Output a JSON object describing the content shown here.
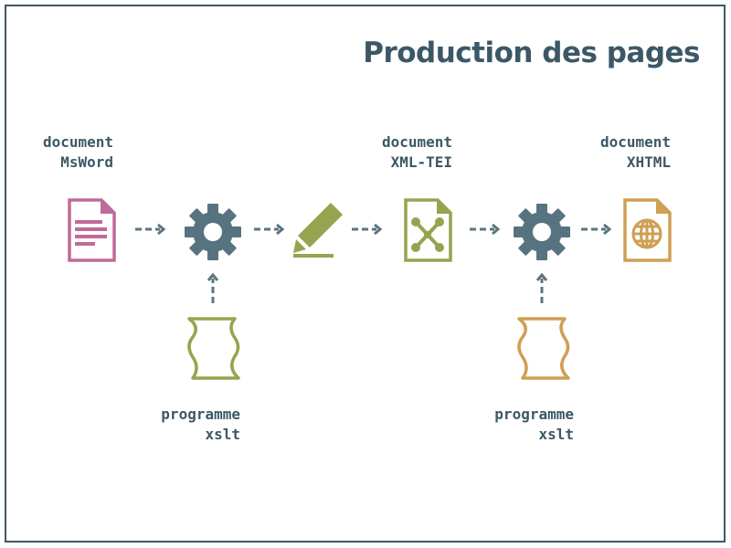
{
  "title": "Production des pages",
  "colors": {
    "frame": "#3f5865",
    "text": "#3c5867",
    "word_doc": "#c06a9a",
    "gear": "#587380",
    "xml_and_edit": "#98a350",
    "xhtml": "#cf9f52",
    "arrow": "#5b7580"
  },
  "labels": {
    "source": {
      "line1": "document",
      "line2": "MsWord"
    },
    "tei": {
      "line1": "document",
      "line2": "XML-TEI"
    },
    "xhtml": {
      "line1": "document",
      "line2": "XHTML"
    },
    "xslt1": {
      "line1": "programme",
      "line2": "xslt"
    },
    "xslt2": {
      "line1": "programme",
      "line2": "xslt"
    }
  },
  "icons": [
    "word-document-icon",
    "gear-icon",
    "pencil-edit-icon",
    "xml-document-icon",
    "gear-icon",
    "html-globe-document-icon",
    "scroll-icon",
    "scroll-icon"
  ]
}
